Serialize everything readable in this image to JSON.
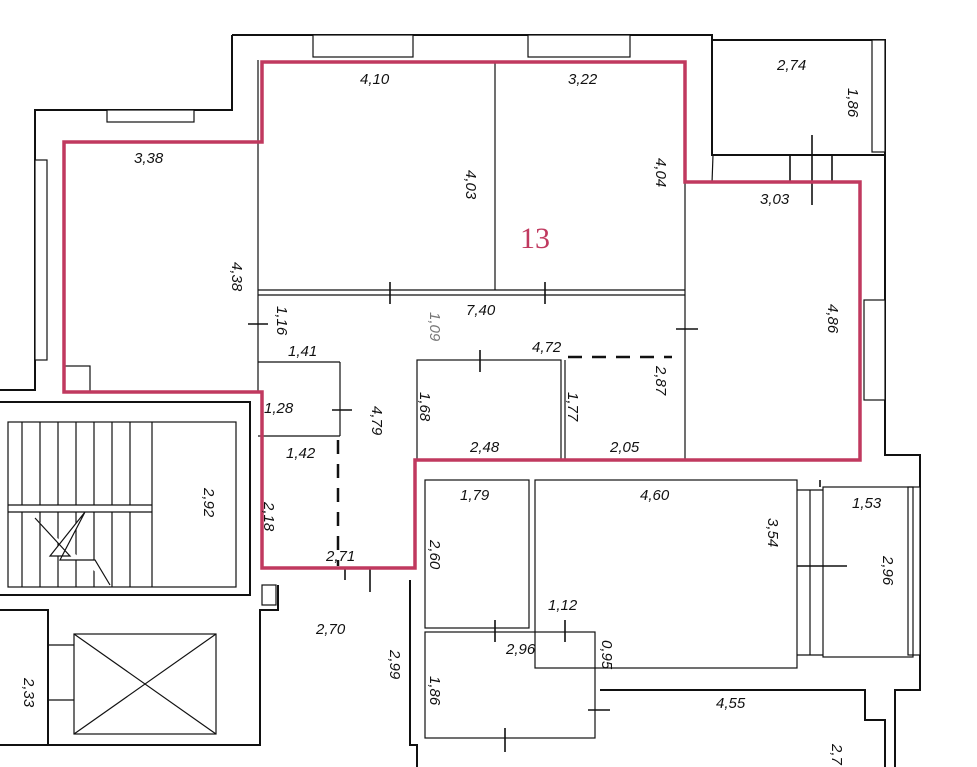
{
  "apartment": {
    "number": "13",
    "outline_color": "#c0395f"
  },
  "dimensions": {
    "d_338": "3,38",
    "d_410": "4,10",
    "d_322": "3,22",
    "d_274": "2,74",
    "d_186a": "1,86",
    "d_403": "4,03",
    "d_404": "4,04",
    "d_303": "3,03",
    "d_438": "4,38",
    "d_486": "4,86",
    "d_740": "7,40",
    "d_116": "1,16",
    "d_109": "1,09",
    "d_141": "1,41",
    "d_472": "4,72",
    "d_128": "1,28",
    "d_479": "4,79",
    "d_168": "1,68",
    "d_177": "1,77",
    "d_287": "2,87",
    "d_142": "1,42",
    "d_248": "2,48",
    "d_205": "2,05",
    "d_292": "2,92",
    "d_218": "2,18",
    "d_179": "1,79",
    "d_460": "4,60",
    "d_153": "1,53",
    "d_260": "2,60",
    "d_354": "3,54",
    "d_296a": "2,96",
    "d_271": "2,71",
    "d_270": "2,70",
    "d_112": "1,12",
    "d_296b": "2,96",
    "d_095": "0,95",
    "d_299": "2,99",
    "d_233": "2,33",
    "d_186b": "1,86",
    "d_455": "4,55",
    "d_27_cut": "2,7"
  }
}
